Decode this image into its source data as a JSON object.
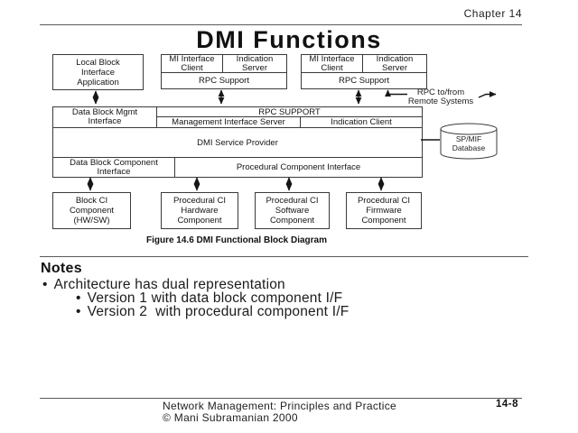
{
  "header": {
    "chapter": "Chapter 14"
  },
  "title": "DMI Functions",
  "diagram": {
    "local_block_app": "Local Block\nInterface\nApplication",
    "mi_box": {
      "client": "MI Interface\nClient",
      "server": "Indication\nServer",
      "rpc_support": "RPC Support"
    },
    "rpc_remote_label": "RPC to/from\nRemote Systems",
    "main_box": {
      "data_block_mgmt": "Data Block Mgmt\nInterface",
      "rpc_support": "RPC SUPPORT",
      "mgmt_interface_server": "Management Interface Server",
      "indication_client": "Indication Client",
      "service_provider": "DMI Service Provider",
      "data_block_ci": "Data Block Component\nInterface",
      "procedural_ci": "Procedural Component Interface"
    },
    "database": "SP/MIF\nDatabase",
    "bottom_boxes": [
      "Block CI\nComponent\n(HW/SW)",
      "Procedural CI\nHardware\nComponent",
      "Procedural CI\nSoftware\nComponent",
      "Procedural CI\nFirmware\nComponent"
    ],
    "caption": "Figure 14.6 DMI Functional Block Diagram"
  },
  "notes": {
    "heading": "Notes",
    "bullet_char": "•",
    "line1": "Architecture has dual representation",
    "line2": "Version 1 with data block component I/F",
    "line3": "Version 2  with procedural component I/F"
  },
  "footer": {
    "book": "Network Management: Principles and Practice",
    "copyright": "© Mani Subramanian 2000",
    "page_number": "14-8"
  },
  "colors": {
    "ink": "#111111",
    "background": "#ffffff"
  }
}
